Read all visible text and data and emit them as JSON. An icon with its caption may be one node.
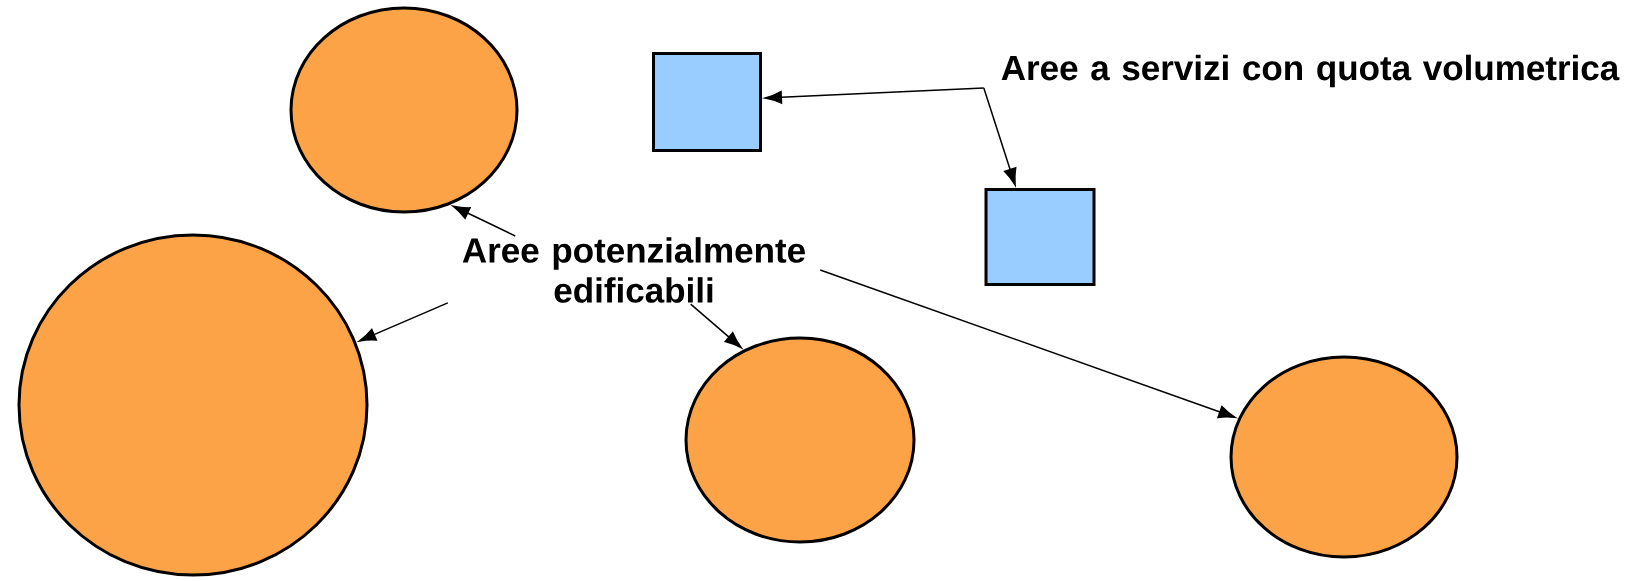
{
  "diagram": {
    "nodes": [
      {
        "text": [],
        "shape": "ellipse"
      },
      {
        "text": [],
        "shape": "box"
      },
      {
        "text": [
          "Aree a servizi con quota volumetrica"
        ]
      },
      {
        "text": [],
        "shape": "box"
      },
      {
        "text": [
          "Aree potenzialmente edificabili"
        ]
      },
      {
        "text": [],
        "shape": "circle"
      },
      {
        "text": [],
        "shape": "ellipse"
      },
      {
        "text": [],
        "shape": "ellipse"
      }
    ],
    "edges": [
      {
        "from": 2,
        "to": 1,
        "arrow": "to"
      },
      {
        "from": 2,
        "to": 3,
        "arrow": "to"
      },
      {
        "from": 4,
        "to": 0,
        "arrow": "to"
      },
      {
        "from": 4,
        "to": 5,
        "arrow": "to"
      },
      {
        "from": 4,
        "to": 6,
        "arrow": "to"
      },
      {
        "from": 4,
        "to": 7,
        "arrow": "to"
      }
    ]
  }
}
